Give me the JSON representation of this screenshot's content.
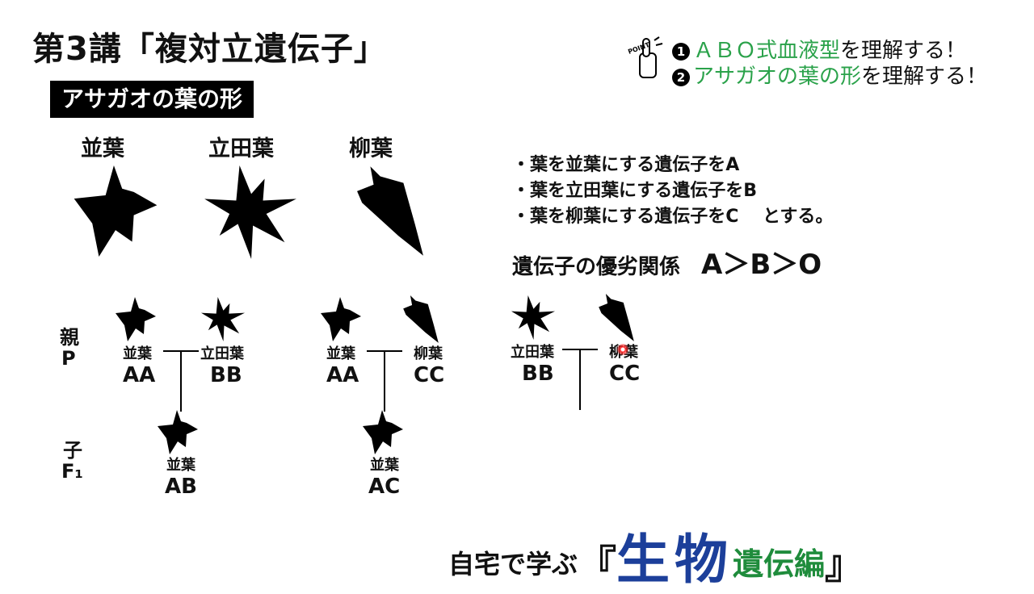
{
  "header": {
    "title": "第3講「複対立遺伝子」"
  },
  "points": {
    "badge": "POINT",
    "items": [
      {
        "num": "1",
        "highlight": "ＡＢＯ式血液型",
        "rest": "を理解する！"
      },
      {
        "num": "2",
        "highlight": "アサガオの葉の形",
        "rest": "を理解する！"
      }
    ]
  },
  "section": {
    "label": "アサガオの葉の形"
  },
  "leaf_types": [
    "並葉",
    "立田葉",
    "柳葉"
  ],
  "rules": [
    "・葉を並葉にする遺伝子をA",
    "・葉を立田葉にする遺伝子をB",
    "・葉を柳葉にする遺伝子をC　 とする。"
  ],
  "dominance": {
    "label": "遺伝子の優劣関係",
    "order": "A＞B＞O"
  },
  "generation_labels": {
    "parent": [
      "親",
      "P"
    ],
    "child": [
      "子",
      "F₁"
    ]
  },
  "crosses": [
    {
      "parents": [
        {
          "name": "並葉",
          "genotype": "AA"
        },
        {
          "name": "立田葉",
          "genotype": "BB"
        }
      ],
      "child": {
        "name": "並葉",
        "genotype": "AB"
      }
    },
    {
      "parents": [
        {
          "name": "並葉",
          "genotype": "AA"
        },
        {
          "name": "柳葉",
          "genotype": "CC"
        }
      ],
      "child": {
        "name": "並葉",
        "genotype": "AC"
      }
    },
    {
      "parents": [
        {
          "name": "立田葉",
          "genotype": "BB"
        },
        {
          "name": "柳葉",
          "genotype": "CC"
        }
      ]
    }
  ],
  "brand": {
    "prefix": "自宅で学ぶ",
    "open": "『",
    "main": "生物",
    "sub": "遺伝編",
    "close": "』"
  },
  "colors": {
    "accent_green": "#2aa24a",
    "brand_blue": "#1c3f9a",
    "brand_green": "#1f8c3c"
  }
}
